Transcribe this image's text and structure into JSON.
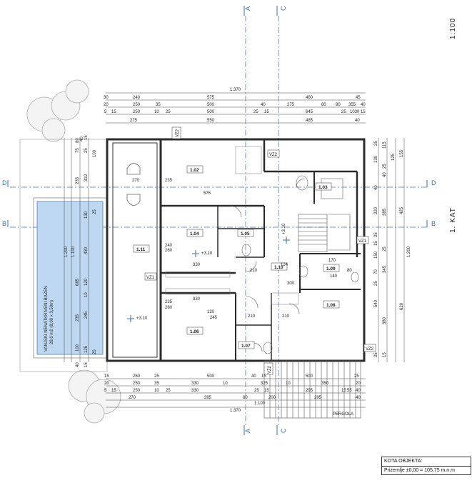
{
  "scale": "1:100",
  "floor_label": "1. KAT",
  "sections": {
    "a": "A",
    "c": "C",
    "d": "D",
    "b": "B"
  },
  "rooms": [
    {
      "id": "1.02"
    },
    {
      "id": "1.03"
    },
    {
      "id": "1.04"
    },
    {
      "id": "1.05"
    },
    {
      "id": "1.06"
    },
    {
      "id": "1.07"
    },
    {
      "id": "1.08"
    },
    {
      "id": "1.09"
    },
    {
      "id": "1.10"
    },
    {
      "id": "1.11"
    }
  ],
  "elevations": {
    "e1": "+3.10",
    "e2": "+3.10",
    "e3": "+3.10"
  },
  "pool_label_line1": "VANJSKI NENATKRIVENI BAZEN",
  "pool_label_line2": "28,0 m2 (8,00 x 3,50m)",
  "pergola_label": "PERGOLA",
  "vz": {
    "vz1a": "VZ1",
    "vz1b": "VZ1",
    "vz2a": "VZ2",
    "vz2b": "VZ2",
    "vz2c": "VZ2",
    "vz2d": "VZ2"
  },
  "top_dims": {
    "total": "1.370",
    "r1": [
      "30",
      "240",
      "575",
      "480",
      "45"
    ],
    "r2": [
      "20",
      "250",
      "35",
      "500",
      "40",
      "275",
      "80",
      "90",
      "355",
      "40"
    ],
    "r3": [
      "5",
      "15",
      "250",
      "10",
      "25",
      "500",
      "25",
      "15",
      "645",
      "25",
      "1030",
      "15"
    ],
    "r4": [
      "275",
      "550",
      "485",
      "40"
    ]
  },
  "bottom_dims": {
    "r1": [
      "15",
      "260",
      "25",
      "500",
      "40",
      "15",
      "500",
      "25"
    ],
    "r2": [
      "20",
      "250",
      "35",
      "330",
      "10",
      "325",
      "10",
      "350",
      "20"
    ],
    "r3": [
      "5",
      "15",
      "250",
      "10",
      "25",
      "330",
      "25",
      "15",
      "295",
      "15",
      "55",
      "40"
    ],
    "r4": [
      "270",
      "395",
      "80",
      "200",
      "295",
      "40"
    ],
    "mid": "1.100",
    "total": "1.370"
  },
  "left_dims": {
    "total": "1.200",
    "sub": "1.100",
    "vals": [
      "80",
      "40",
      "15",
      "75",
      "25",
      "100",
      "310",
      "235",
      "130",
      "25",
      "430",
      "685",
      "120",
      "10",
      "245",
      "235",
      "100",
      "125",
      "25",
      "40",
      "15"
    ]
  },
  "right_dims": {
    "total": "1.200",
    "vals": [
      "25",
      "115",
      "130",
      "25",
      "40",
      "155",
      "125",
      "385",
      "425",
      "40",
      "220",
      "25",
      "15",
      "150",
      "25",
      "70",
      "345",
      "25",
      "540",
      "380",
      "620",
      "25",
      "15"
    ]
  },
  "interior_dims": [
    "270",
    "576",
    "235",
    "330",
    "240",
    "260",
    "210",
    "210",
    "140",
    "170",
    "330",
    "235",
    "260",
    "120",
    "245",
    "80",
    "210",
    "300",
    "124"
  ],
  "kota": {
    "title": "KOTA OBJEKTA:",
    "value": "Prizemlje  ±0,00 = 105,75 m.n.m"
  },
  "colors": {
    "wall": "#2b2b2b",
    "pool": "#bfd8f2",
    "axis": "#3a6fb0",
    "line": "#555555"
  }
}
